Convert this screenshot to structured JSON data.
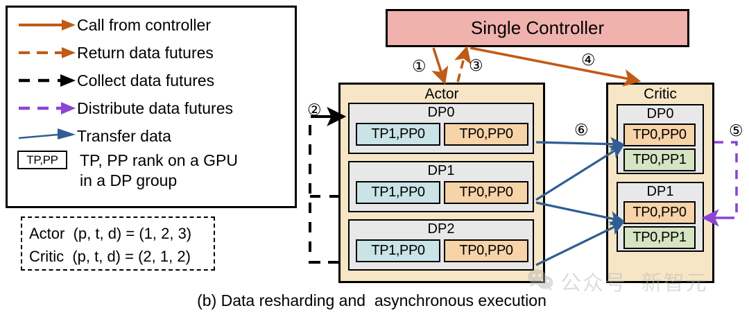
{
  "legend": {
    "items": [
      {
        "label": "Call from controller",
        "style": "solid",
        "color": "#c05a17",
        "icon": "arrow-solid-orange-icon"
      },
      {
        "label": "Return data futures",
        "style": "dashed",
        "color": "#c05a17",
        "icon": "arrow-dashed-orange-icon"
      },
      {
        "label": "Collect data futures",
        "style": "dashed",
        "color": "#000000",
        "icon": "arrow-dashed-black-icon"
      },
      {
        "label": "Distribute data futures",
        "style": "dashed",
        "color": "#8b44d6",
        "icon": "arrow-dashed-purple-icon"
      },
      {
        "label": "Transfer data",
        "style": "solid",
        "color": "#2f5d94",
        "icon": "arrow-solid-blue-icon"
      }
    ],
    "swatch": {
      "text": "TP,PP",
      "color": "#c9e3e6",
      "description_line1": "TP, PP rank on a GPU",
      "description_line2": "in a DP group"
    }
  },
  "config": {
    "lines": [
      "Actor  (p, t, d) = (1, 2, 3)",
      "Critic  (p, t, d) = (2, 1, 2)"
    ]
  },
  "caption": "(b) Data resharding and  asynchronous execution",
  "controller": {
    "title": "Single Controller",
    "color": "#f0b2ad"
  },
  "actor": {
    "title": "Actor",
    "color": "#f7e6c6",
    "groups": [
      {
        "name": "DP0",
        "cells": [
          {
            "text": "TP1,PP0",
            "color": "#c9e3e6"
          },
          {
            "text": "TP0,PP0",
            "color": "#f7d3a8"
          }
        ]
      },
      {
        "name": "DP1",
        "cells": [
          {
            "text": "TP1,PP0",
            "color": "#c9e3e6"
          },
          {
            "text": "TP0,PP0",
            "color": "#f7d3a8"
          }
        ]
      },
      {
        "name": "DP2",
        "cells": [
          {
            "text": "TP1,PP0",
            "color": "#c9e3e6"
          },
          {
            "text": "TP0,PP0",
            "color": "#f7d3a8"
          }
        ]
      }
    ]
  },
  "critic": {
    "title": "Critic",
    "color": "#f7e6c6",
    "groups": [
      {
        "name": "DP0",
        "cells": [
          {
            "text": "TP0,PP0",
            "color": "#f7d3a8"
          },
          {
            "text": "TP0,PP1",
            "color": "#d7e4c3"
          }
        ]
      },
      {
        "name": "DP1",
        "cells": [
          {
            "text": "TP0,PP0",
            "color": "#f7d3a8"
          },
          {
            "text": "TP0,PP1",
            "color": "#d7e4c3"
          }
        ]
      }
    ]
  },
  "steps": [
    {
      "id": "1",
      "glyph": "①"
    },
    {
      "id": "2",
      "glyph": "②"
    },
    {
      "id": "3",
      "glyph": "③"
    },
    {
      "id": "4",
      "glyph": "④"
    },
    {
      "id": "5",
      "glyph": "⑤"
    },
    {
      "id": "6",
      "glyph": "⑥"
    }
  ],
  "watermark": {
    "text": "公众号  新智元"
  },
  "colors": {
    "orange_arrow": "#c05a17",
    "blue_arrow": "#2f5d94",
    "purple_arrow": "#8b44d6",
    "black_arrow": "#000000"
  }
}
